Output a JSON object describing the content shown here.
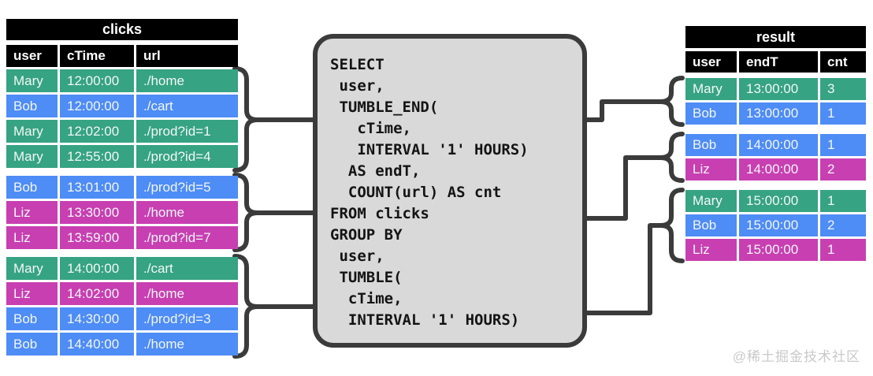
{
  "clicks_table": {
    "title": "clicks",
    "columns": [
      "user",
      "cTime",
      "url"
    ],
    "groups": [
      {
        "rows": [
          {
            "user": "Mary",
            "cTime": "12:00:00",
            "url": "./home",
            "color": "green"
          },
          {
            "user": "Bob",
            "cTime": "12:00:00",
            "url": "./cart",
            "color": "blue"
          },
          {
            "user": "Mary",
            "cTime": "12:02:00",
            "url": "./prod?id=1",
            "color": "green"
          },
          {
            "user": "Mary",
            "cTime": "12:55:00",
            "url": "./prod?id=4",
            "color": "green"
          }
        ]
      },
      {
        "rows": [
          {
            "user": "Bob",
            "cTime": "13:01:00",
            "url": "./prod?id=5",
            "color": "blue"
          },
          {
            "user": "Liz",
            "cTime": "13:30:00",
            "url": "./home",
            "color": "magenta"
          },
          {
            "user": "Liz",
            "cTime": "13:59:00",
            "url": "./prod?id=7",
            "color": "magenta"
          }
        ]
      },
      {
        "rows": [
          {
            "user": "Mary",
            "cTime": "14:00:00",
            "url": "./cart",
            "color": "green"
          },
          {
            "user": "Liz",
            "cTime": "14:02:00",
            "url": "./home",
            "color": "magenta"
          },
          {
            "user": "Bob",
            "cTime": "14:30:00",
            "url": "./prod?id=3",
            "color": "blue"
          },
          {
            "user": "Bob",
            "cTime": "14:40:00",
            "url": "./home",
            "color": "blue"
          }
        ]
      }
    ]
  },
  "sql": {
    "code": "SELECT\n user,\n TUMBLE_END(\n   cTime,\n   INTERVAL '1' HOURS)\n  AS endT,\n  COUNT(url) AS cnt\nFROM clicks\nGROUP BY\n user,\n TUMBLE(\n  cTime,\n  INTERVAL '1' HOURS)"
  },
  "result_table": {
    "title": "result",
    "columns": [
      "user",
      "endT",
      "cnt"
    ],
    "groups": [
      {
        "rows": [
          {
            "user": "Mary",
            "endT": "13:00:00",
            "cnt": "3",
            "color": "green"
          },
          {
            "user": "Bob",
            "endT": "13:00:00",
            "cnt": "1",
            "color": "blue"
          }
        ]
      },
      {
        "rows": [
          {
            "user": "Bob",
            "endT": "14:00:00",
            "cnt": "1",
            "color": "blue"
          },
          {
            "user": "Liz",
            "endT": "14:00:00",
            "cnt": "2",
            "color": "magenta"
          }
        ]
      },
      {
        "rows": [
          {
            "user": "Mary",
            "endT": "15:00:00",
            "cnt": "1",
            "color": "green"
          },
          {
            "user": "Bob",
            "endT": "15:00:00",
            "cnt": "2",
            "color": "blue"
          },
          {
            "user": "Liz",
            "endT": "15:00:00",
            "cnt": "1",
            "color": "magenta"
          }
        ]
      }
    ]
  },
  "watermark": "@稀土掘金技术社区",
  "colors": {
    "green": "#36A383",
    "blue": "#4E8CF6",
    "magenta": "#C83FB2",
    "line": "#3B3B3B",
    "box_fill": "#D9D9D9",
    "table_header_bg": "#000000",
    "cell_text": "#F2F7F4"
  }
}
